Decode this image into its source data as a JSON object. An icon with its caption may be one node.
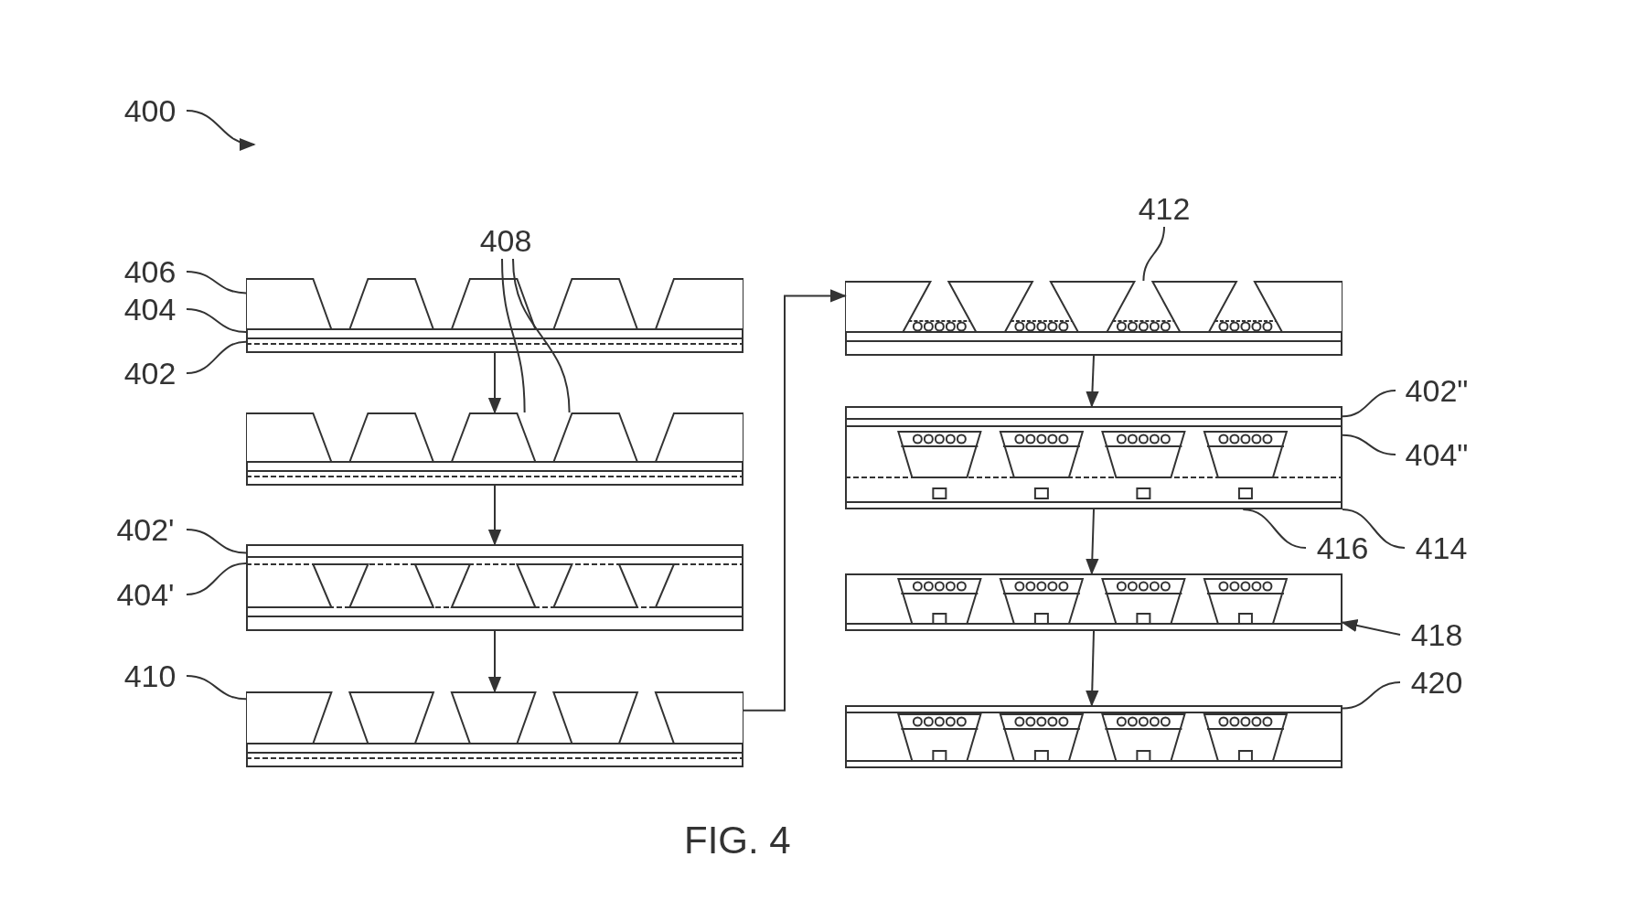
{
  "diagram": {
    "caption": "FIG. 4",
    "nodes": [
      {
        "text": [
          "400"
        ]
      },
      {
        "text": [
          "406"
        ]
      },
      {
        "text": [
          "404"
        ]
      },
      {
        "text": [
          "402"
        ]
      },
      {
        "text": [],
        "shape": "picture"
      },
      {
        "text": [
          "408"
        ]
      },
      {
        "text": [],
        "shape": "picture"
      },
      {
        "text": [
          "402'"
        ]
      },
      {
        "text": [
          "404'"
        ]
      },
      {
        "text": [],
        "shape": "picture"
      },
      {
        "text": [
          "410"
        ]
      },
      {
        "text": [],
        "shape": "picture"
      },
      {
        "text": [
          "412"
        ]
      },
      {
        "text": [],
        "shape": "picture"
      },
      {
        "text": [
          "402\""
        ]
      },
      {
        "text": [
          "404\""
        ]
      },
      {
        "text": [],
        "shape": "picture"
      },
      {
        "text": [
          "416"
        ]
      },
      {
        "text": [
          "414"
        ]
      },
      {
        "text": [
          "418"
        ]
      },
      {
        "text": [],
        "shape": "picture"
      },
      {
        "text": [
          "420"
        ]
      },
      {
        "text": [],
        "shape": "picture"
      }
    ],
    "edges": [
      {
        "from": 0,
        "to": null,
        "arrow": "to"
      },
      {
        "from": 1,
        "to": 4,
        "arrow": "none"
      },
      {
        "from": 2,
        "to": 4,
        "arrow": "none"
      },
      {
        "from": 3,
        "to": 4,
        "arrow": "none"
      },
      {
        "from": 5,
        "to": 6,
        "arrow": "none"
      },
      {
        "from": 5,
        "to": 6,
        "arrow": "none"
      },
      {
        "from": 4,
        "to": 6,
        "arrow": "to"
      },
      {
        "from": 6,
        "to": 9,
        "arrow": "to"
      },
      {
        "from": 7,
        "to": 9,
        "arrow": "none"
      },
      {
        "from": 8,
        "to": 9,
        "arrow": "none"
      },
      {
        "from": 9,
        "to": 11,
        "arrow": "to"
      },
      {
        "from": 10,
        "to": 11,
        "arrow": "none"
      },
      {
        "from": 11,
        "to": 13,
        "arrow": "to"
      },
      {
        "from": 12,
        "to": 13,
        "arrow": "none"
      },
      {
        "from": 13,
        "to": 16,
        "arrow": "to"
      },
      {
        "from": 14,
        "to": 16,
        "arrow": "none"
      },
      {
        "from": 15,
        "to": 16,
        "arrow": "none"
      },
      {
        "from": 17,
        "to": 16,
        "arrow": "none"
      },
      {
        "from": 18,
        "to": 16,
        "arrow": "none"
      },
      {
        "from": 16,
        "to": 20,
        "arrow": "to"
      },
      {
        "from": 19,
        "to": 20,
        "arrow": "to"
      },
      {
        "from": 20,
        "to": 22,
        "arrow": "to"
      },
      {
        "from": 21,
        "to": 22,
        "arrow": "none"
      }
    ]
  }
}
